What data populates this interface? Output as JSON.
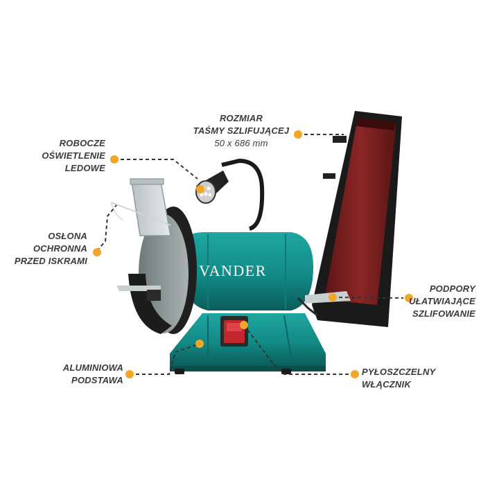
{
  "brand": {
    "logo_text": "VANDER"
  },
  "callouts": {
    "belt_size": {
      "lines": [
        "ROZMIAR",
        "TAŚMY SZLIFUJĄCEJ",
        "50 x 686 mm"
      ]
    },
    "led_light": {
      "lines": [
        "ROBOCZE",
        "OŚWIETLENIE",
        "LEDOWE"
      ]
    },
    "spark_guard": {
      "lines": [
        "OSŁONA",
        "OCHRONNA",
        "PRZED ISKRAMI"
      ]
    },
    "supports": {
      "lines": [
        "PODPORY",
        "UŁATWIAJĄCE",
        "SZLIFOWANIE"
      ]
    },
    "base": {
      "lines": [
        "ALUMINIOWA",
        "PODSTAWA"
      ]
    },
    "switch": {
      "lines": [
        "PYŁOSZCZELNY",
        "WŁĄCZNIK"
      ]
    }
  },
  "colors": {
    "marker": "#f4a629",
    "body": "#138a86",
    "belt": "#7a1f1f",
    "dark": "#222222"
  }
}
